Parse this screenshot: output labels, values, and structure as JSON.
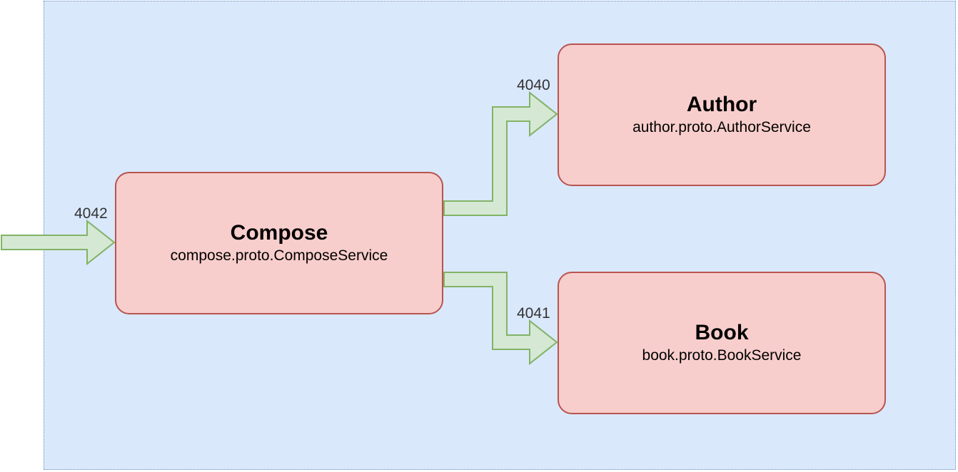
{
  "services": {
    "compose": {
      "name": "Compose",
      "proto": "compose.proto.ComposeService"
    },
    "author": {
      "name": "Author",
      "proto": "author.proto.AuthorService"
    },
    "book": {
      "name": "Book",
      "proto": "book.proto.BookService"
    }
  },
  "ports": {
    "compose": "4042",
    "author": "4040",
    "book": "4041"
  },
  "colors": {
    "boundary_fill": "#dae8fc",
    "boundary_border": "#6c8ebf",
    "box_fill": "#f8cecc",
    "box_border": "#b85450",
    "arrow_fill": "#d5e8d4",
    "arrow_border": "#82b366"
  }
}
